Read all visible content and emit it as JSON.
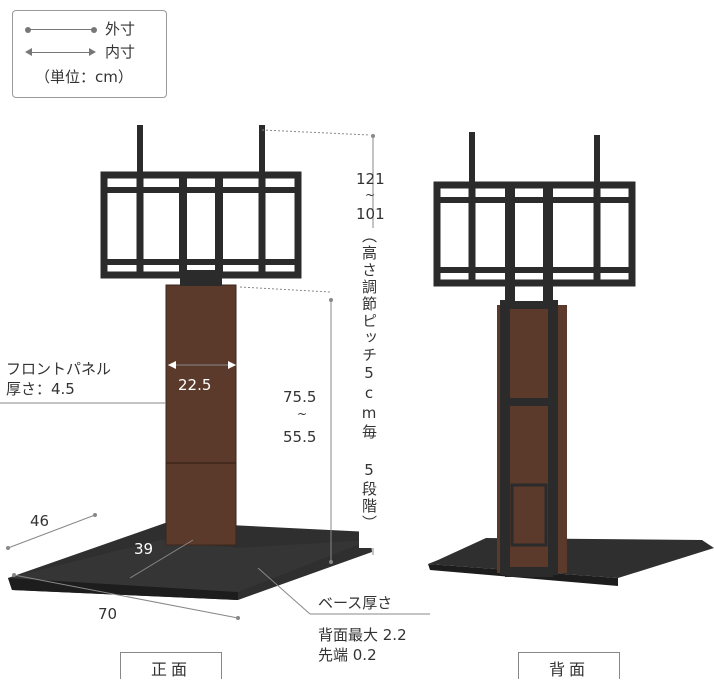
{
  "legend": {
    "outer_label": "外寸",
    "inner_label": "内寸",
    "unit_label": "（単位：cm）"
  },
  "height_total": {
    "max": "121",
    "tilde": "~",
    "min": "101",
    "note": "（高さ調節ピッチ5cm毎 5段階）"
  },
  "panel_height": {
    "max": "75.5",
    "tilde": "~",
    "min": "55.5"
  },
  "panel_width": "22.5",
  "front_panel": {
    "label": "フロントパネル",
    "thickness": "厚さ：4.5"
  },
  "base_depth": "46",
  "base_inner": "39",
  "base_width": "70",
  "base_thickness": {
    "label": "ベース厚さ",
    "back_max": "背面最大 2.2",
    "tip": "先端 0.2"
  },
  "captions": {
    "front": "正面",
    "back": "背面"
  },
  "colors": {
    "wood": "#5a3a2c",
    "metal": "#2b2b2b",
    "base": "#333333",
    "line": "#777777"
  }
}
